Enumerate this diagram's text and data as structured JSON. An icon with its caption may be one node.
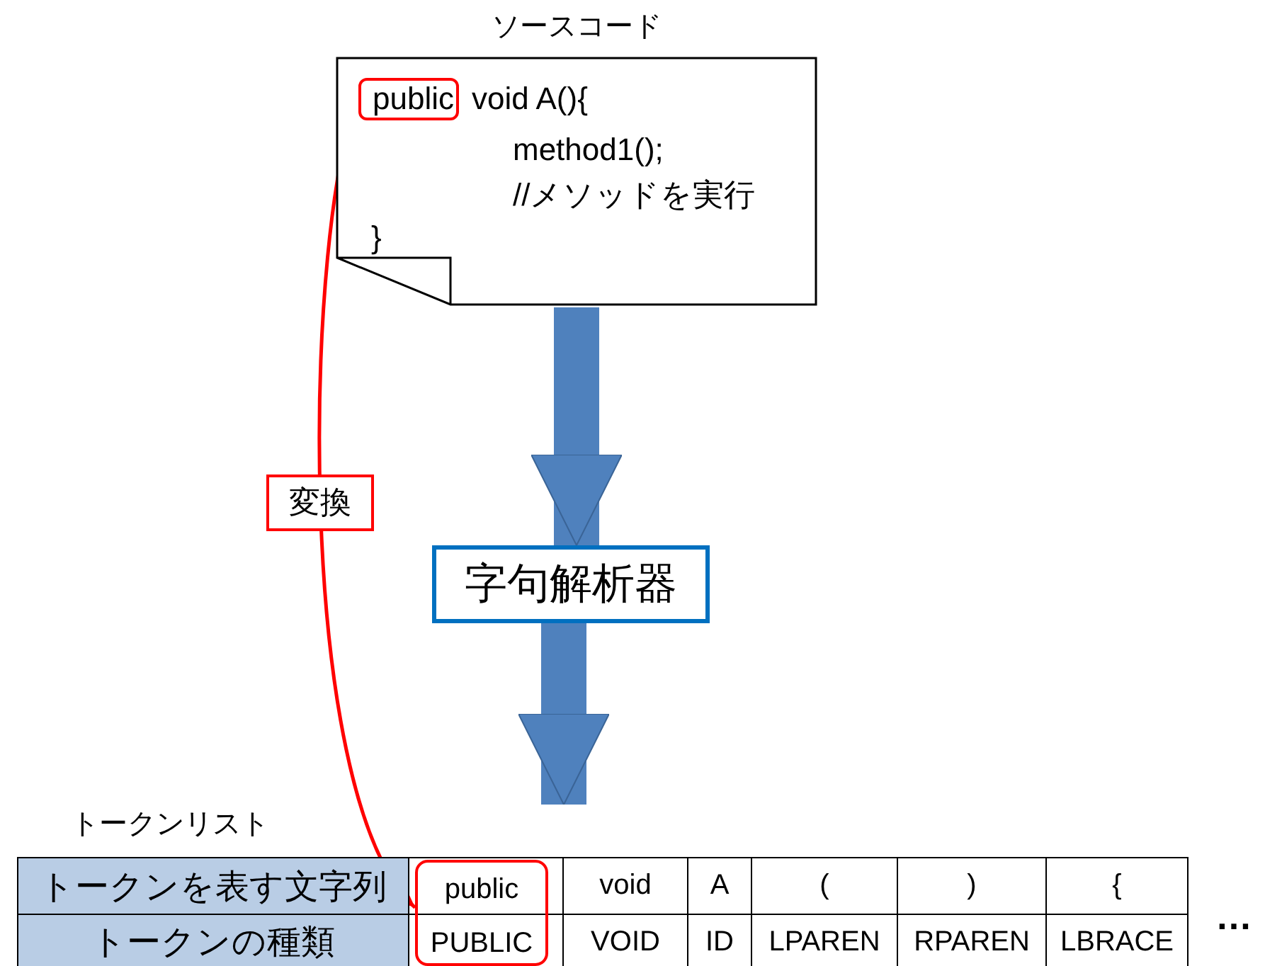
{
  "diagram": {
    "nodes": [
      {
        "text": [
          "ソースコード",
          "void A(){",
          "method1();",
          "//メソッドを実行",
          "}"
        ]
      },
      {
        "text": [
          "public"
        ],
        "in": 0
      },
      {
        "text": [
          "字句解析器"
        ]
      },
      {
        "text": [
          "トークンリスト"
        ]
      },
      {
        "text": [
          "public",
          "PUBLIC"
        ],
        "in": 3
      }
    ],
    "edges": [
      {
        "from": 0,
        "to": 2,
        "arrow": "to"
      },
      {
        "from": 2,
        "to": 3,
        "arrow": "to"
      },
      {
        "from": 1,
        "to": 4,
        "arrow": "to",
        "label": "変換",
        "color": "#ff0000"
      }
    ],
    "labels": [
      "トークンを表す文字列",
      "void",
      "A",
      "(",
      ")",
      "{",
      "トークンの種類",
      "VOID",
      "ID",
      "LPAREN",
      "RPAREN",
      "LBRACE",
      "…"
    ]
  }
}
